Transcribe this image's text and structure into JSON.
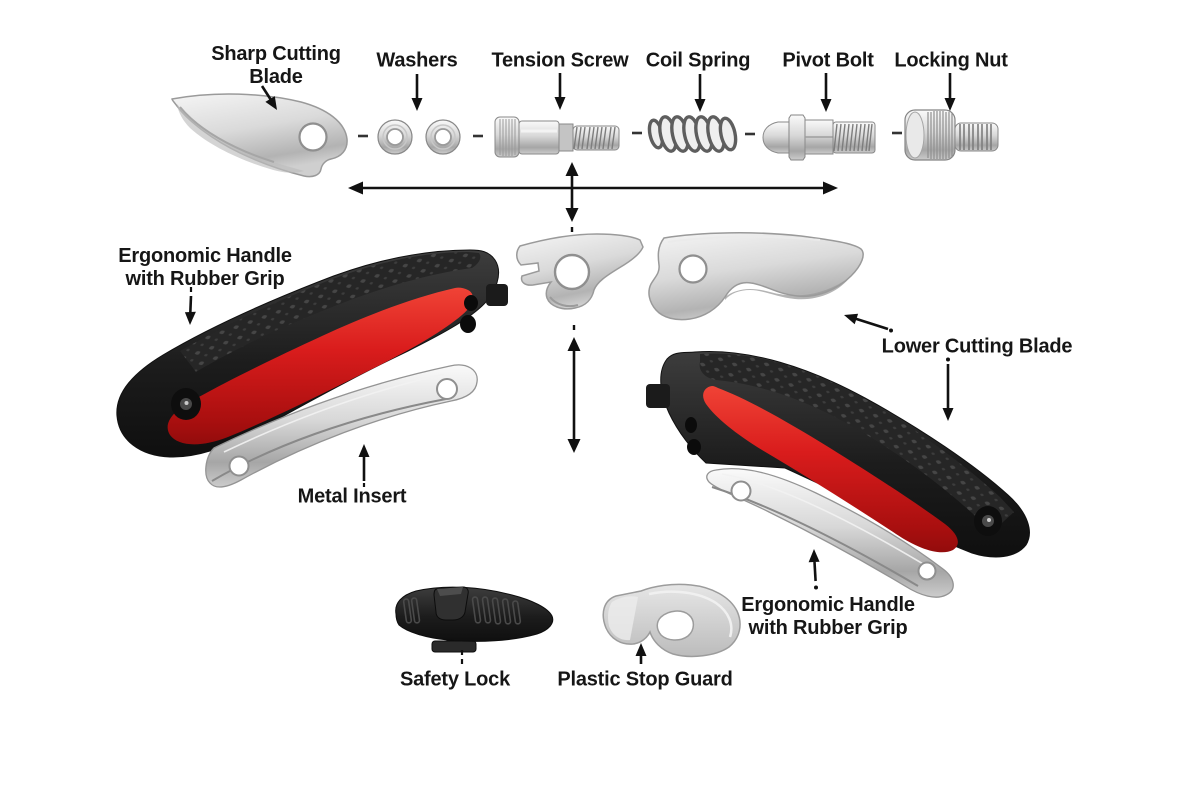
{
  "page": {
    "background": "#ffffff"
  },
  "colors": {
    "background": "#ffffff",
    "text": "#161616",
    "arrow": "#111111",
    "handle-red": "#d41d1d",
    "handle-black": "#1f1f1f",
    "metal-light": "#ededed",
    "metal-dark": "#9a9a9a",
    "guard-gray": "#d2d2d2"
  },
  "labels": {
    "sharp_cutting_blade": {
      "line1": "Sharp Cutting",
      "line2": "Blade"
    },
    "washers": {
      "line1": "Washers"
    },
    "tension_screw": {
      "line1": "Tension Screw"
    },
    "coil_spring": {
      "line1": "Coil Spring"
    },
    "pivot_bolt": {
      "line1": "Pivot Bolt"
    },
    "locking_nut": {
      "line1": "Locking Nut"
    },
    "ergonomic_handle_left": {
      "line1": "Ergonomic Handle",
      "line2": "with Rubber Grip"
    },
    "metal_insert": {
      "line1": "Metal Insert"
    },
    "lower_cutting_blade": {
      "line1": "Lower Cutting Blade"
    },
    "ergonomic_handle_right": {
      "line1": "Ergonomic Handle",
      "line2": "with Rubber Grip"
    },
    "safety_lock": {
      "line1": "Safety Lock"
    },
    "plastic_stop_guard": {
      "line1": "Plastic Stop Guard"
    }
  }
}
